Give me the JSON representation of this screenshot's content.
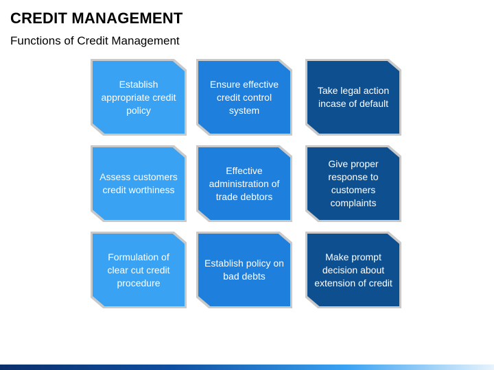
{
  "slide": {
    "title": "CREDIT MANAGEMENT",
    "subtitle": "Functions of Credit Management"
  },
  "colors": {
    "light_blue": "#3aa2f2",
    "mid_blue": "#1f7fdc",
    "dark_blue": "#0d4f8f",
    "tile_border": "#c9c9c9"
  },
  "tiles": [
    [
      "Establish appropriate credit policy",
      "Ensure effective credit control system",
      "Take legal action incase of default"
    ],
    [
      "Assess customers credit worthiness",
      "Effective administration of trade debtors",
      "Give proper response to customers complaints"
    ],
    [
      "Formulation of clear cut credit procedure",
      "Establish policy on bad debts",
      "Make prompt decision about extension of credit"
    ]
  ]
}
